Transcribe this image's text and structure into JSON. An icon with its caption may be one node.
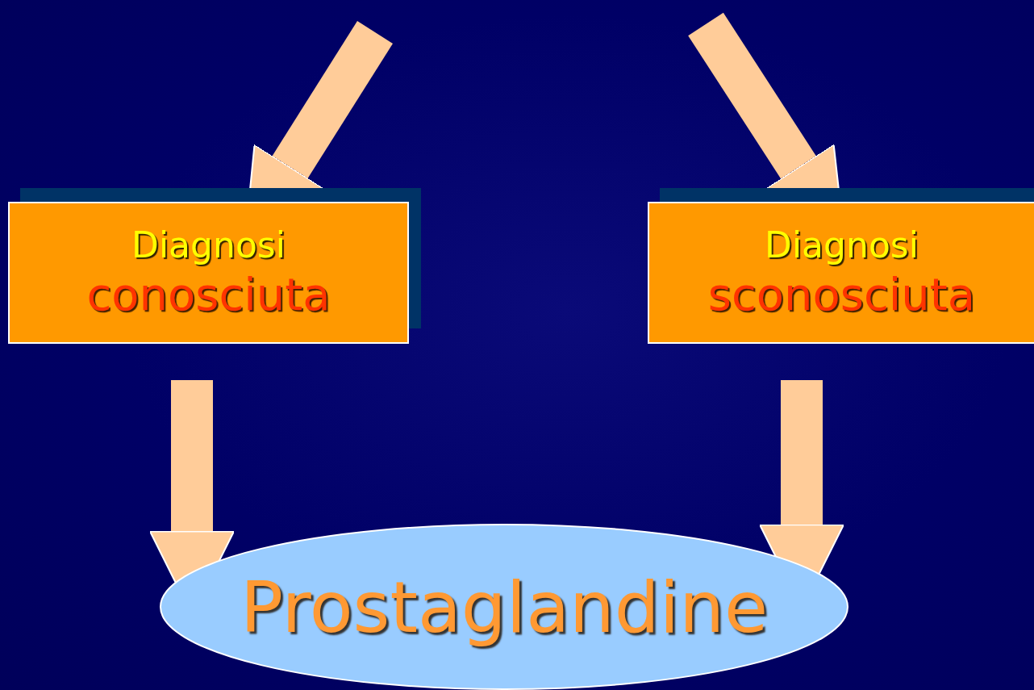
{
  "diagram": {
    "nodes": [
      {
        "text": [
          "Diagnosi",
          "conosciuta"
        ]
      },
      {
        "text": [
          "Diagnosi",
          "sconosciuta"
        ]
      },
      {
        "text": [
          "Prostaglandine"
        ]
      }
    ],
    "edges": [
      {
        "from": null,
        "to": 0,
        "arrow": "to"
      },
      {
        "from": null,
        "to": 1,
        "arrow": "to"
      },
      {
        "from": 0,
        "to": 2,
        "arrow": "to"
      },
      {
        "from": 1,
        "to": 2,
        "arrow": "to"
      }
    ]
  }
}
